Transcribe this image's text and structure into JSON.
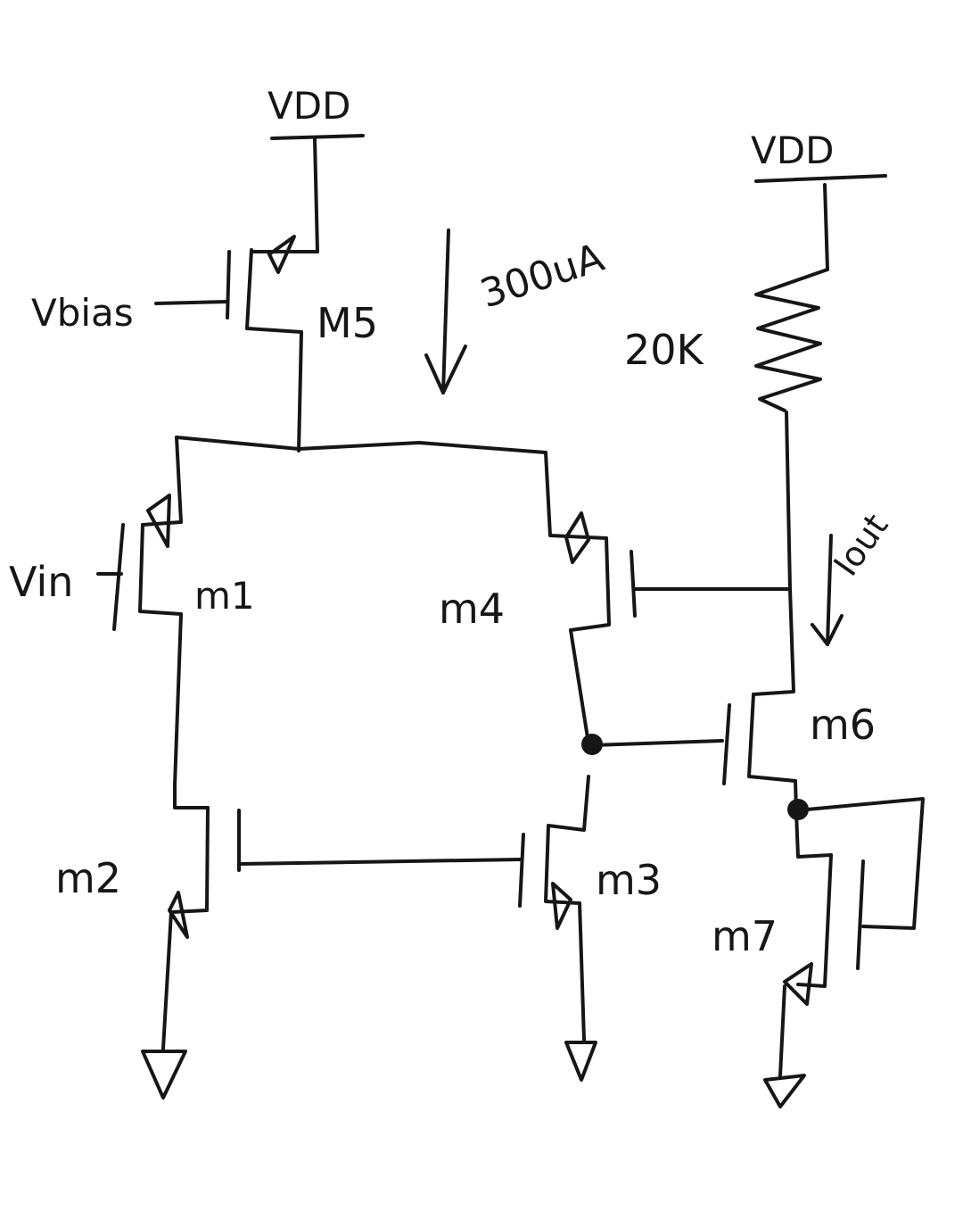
{
  "labels": {
    "vdd_left": "VDD",
    "vdd_right": "VDD",
    "vbias": "Vbias",
    "m5": "M5",
    "current": "300uA",
    "resistor": "20K",
    "vin": "Vin",
    "m1": "m1",
    "m4": "m4",
    "iout": "Iout",
    "m6": "m6",
    "m2": "m2",
    "m3": "m3",
    "m7": "m7"
  },
  "colors": {
    "ink": "#161616",
    "paper": "#ffffff"
  }
}
